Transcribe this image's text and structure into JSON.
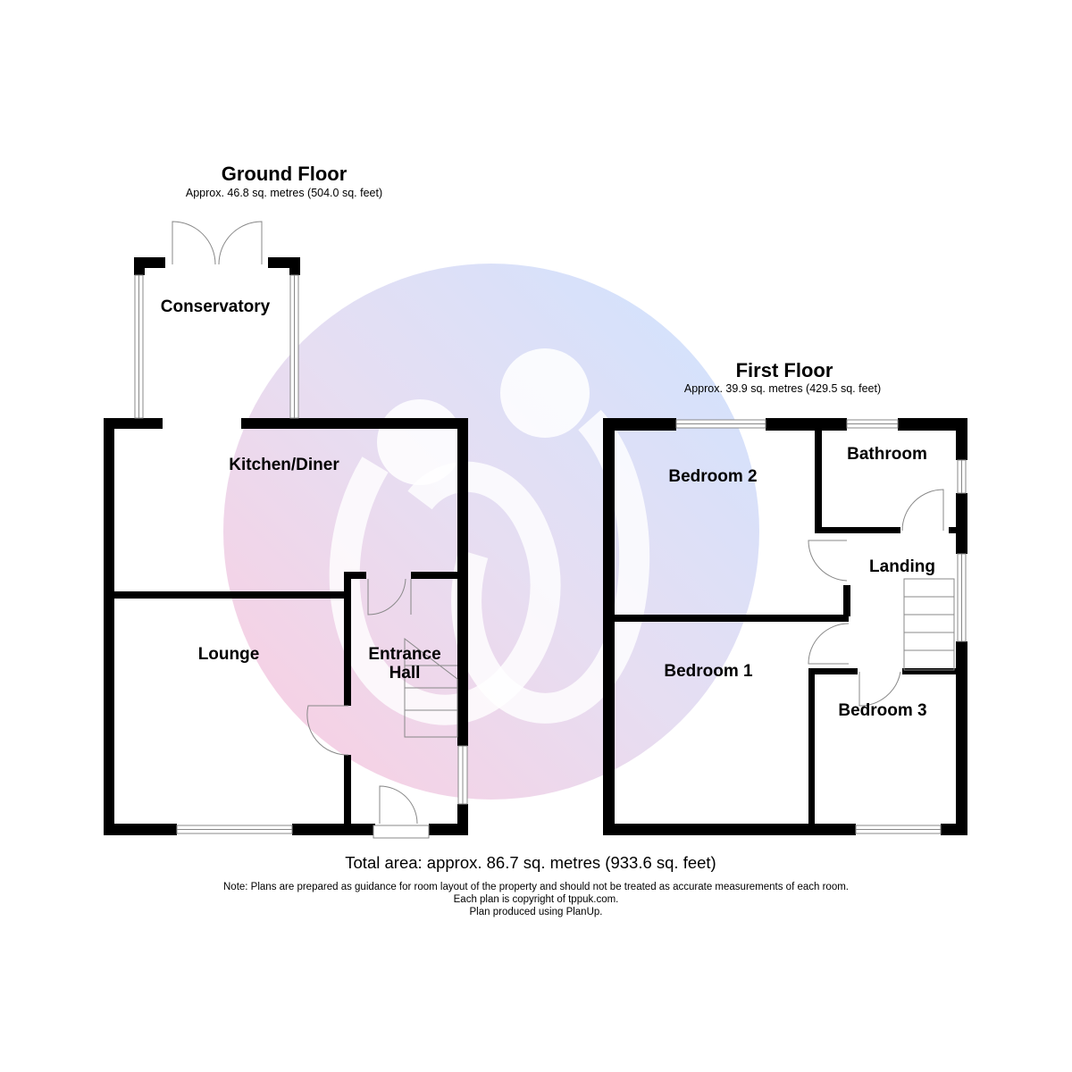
{
  "ground_floor": {
    "title": "Ground Floor",
    "area": "Approx. 46.8 sq. metres (504.0 sq. feet)",
    "rooms": {
      "conservatory": "Conservatory",
      "kitchen": "Kitchen/Diner",
      "lounge": "Lounge",
      "hall_line1": "Entrance",
      "hall_line2": "Hall"
    }
  },
  "first_floor": {
    "title": "First Floor",
    "area": "Approx. 39.9 sq. metres (429.5 sq. feet)",
    "rooms": {
      "bedroom2": "Bedroom 2",
      "bathroom": "Bathroom",
      "landing": "Landing",
      "bedroom1": "Bedroom 1",
      "bedroom3": "Bedroom 3"
    }
  },
  "footer": {
    "total": "Total area: approx. 86.7 sq. metres (933.6 sq. feet)",
    "note": "Note: Plans are prepared as guidance for room layout of the property and should not be treated as accurate measurements of each room.",
    "copyright": "Each plan is copyright of tppuk.com.",
    "produced": "Plan produced using PlanUp."
  },
  "colors": {
    "wall": "#000000",
    "watermark_pink": "#f9cfe3",
    "watermark_blue": "#d3e3ff"
  }
}
